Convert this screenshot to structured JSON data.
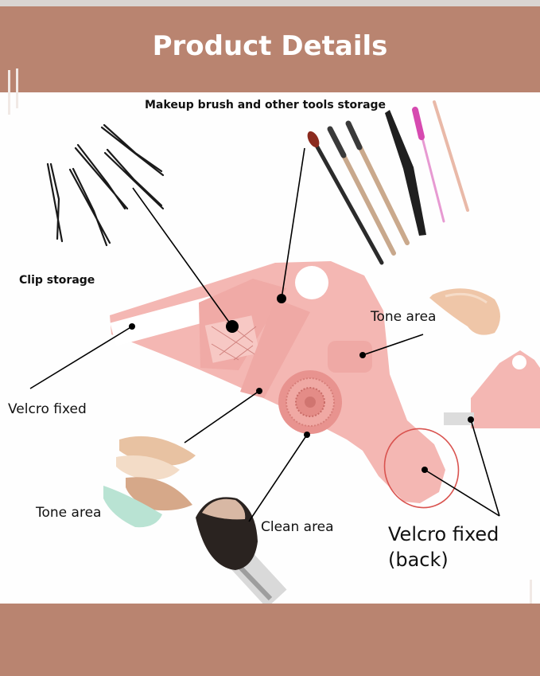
{
  "header": {
    "title": "Product Details"
  },
  "labels": {
    "storage": "Makeup brush and other tools storage",
    "clip": "Clip storage",
    "tone_right": "Tone area",
    "velcro_left": "Velcro fixed",
    "tone_left": "Tone area",
    "clean": "Clean area",
    "velcro_back_line1": "Velcro fixed",
    "velcro_back_line2": "(back)"
  },
  "colors": {
    "band": "#b98470",
    "palette_pink": "#f4b7b3",
    "accent_red": "#d9534f"
  }
}
